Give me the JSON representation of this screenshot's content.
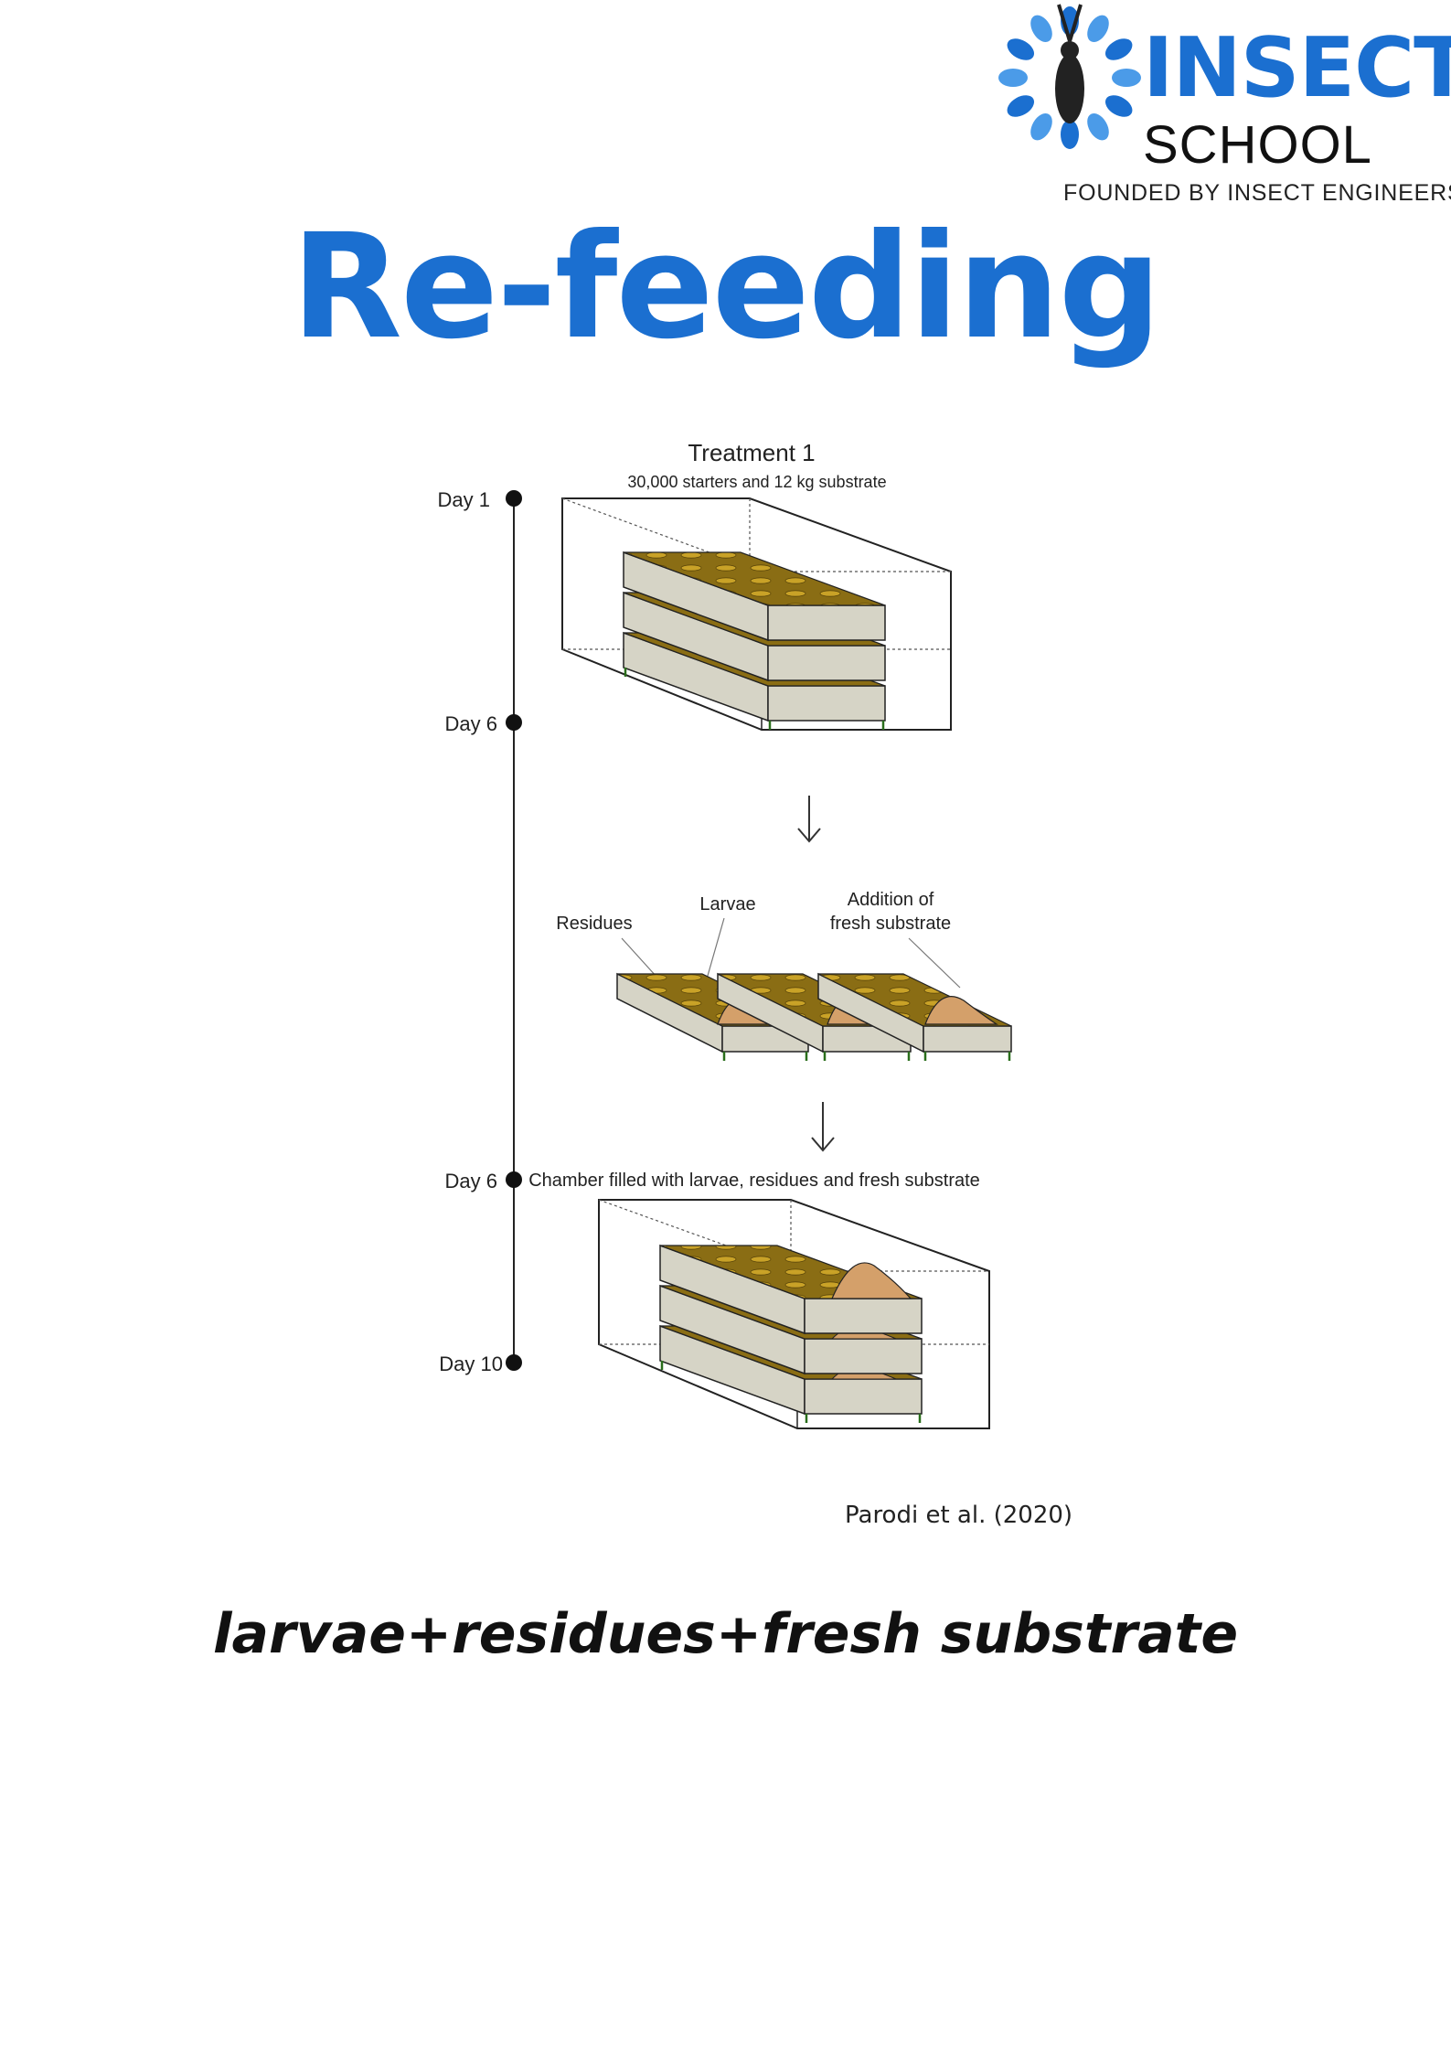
{
  "logo": {
    "word1": "INSECT",
    "word2": "SCHOOL",
    "tagline": "FOUNDED BY INSECT ENGINEERS",
    "brand_color": "#1b6fd0"
  },
  "title": "Re-feeding",
  "diagram": {
    "treatment_title": "Treatment 1",
    "treatment_sub": "30,000 starters and 12 kg substrate",
    "timeline": {
      "day1": "Day 1",
      "day6a": "Day 6",
      "day6b": "Day 6",
      "day10": "Day 10"
    },
    "labels": {
      "residues": "Residues",
      "larvae": "Larvae",
      "addition_line1": "Addition of",
      "addition_line2": "fresh substrate",
      "chamber": "Chamber filled with larvae, residues and fresh substrate"
    },
    "colors": {
      "substrate": "#8a6d14",
      "tray": "#d6d4c6",
      "fresh_substrate": "#d4a06a",
      "larva": "#c9a227"
    }
  },
  "citation": "Parodi et al. (2020)",
  "caption": "larvae+residues+fresh substrate"
}
